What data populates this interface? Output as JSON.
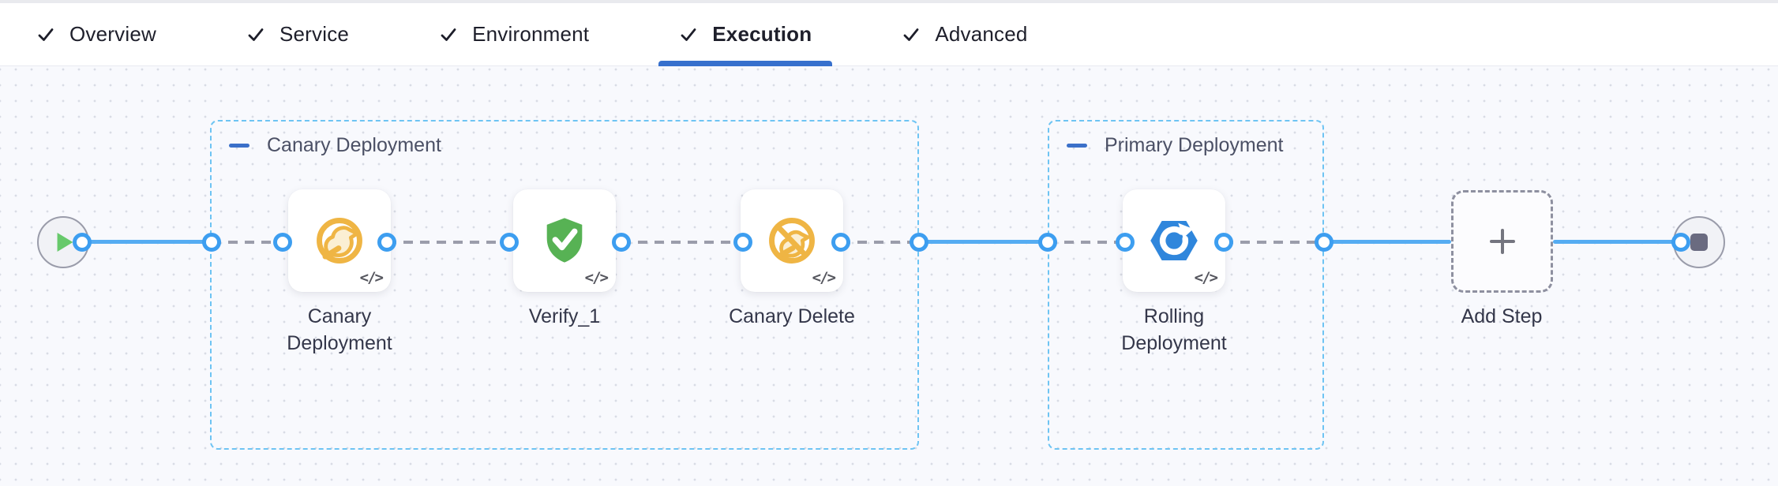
{
  "header": {
    "tabs": [
      {
        "label": "Overview",
        "status": "completed",
        "active": false
      },
      {
        "label": "Service",
        "status": "completed",
        "active": false
      },
      {
        "label": "Environment",
        "status": "completed",
        "active": false
      },
      {
        "label": "Execution",
        "status": "completed",
        "active": true
      },
      {
        "label": "Advanced",
        "status": "completed",
        "active": false
      }
    ]
  },
  "pipeline": {
    "groups": [
      {
        "label": "Canary Deployment"
      },
      {
        "label": "Primary Deployment"
      }
    ],
    "steps": [
      {
        "label": "Canary Deployment",
        "icon": "canary-deployment-icon",
        "badge": "</>"
      },
      {
        "label": "Verify_1",
        "icon": "verify-shield-icon",
        "badge": "</>"
      },
      {
        "label": "Canary Delete",
        "icon": "canary-delete-icon",
        "badge": "</>"
      },
      {
        "label": "Rolling Deployment",
        "icon": "rolling-deployment-icon",
        "badge": "</>"
      }
    ],
    "add_step": {
      "label": "Add Step"
    },
    "start_node": "start",
    "end_node": "stop"
  },
  "colors": {
    "active_tab_underline": "#3770cd",
    "connector_solid_blue": "#55acf2",
    "connector_dashed_gray": "#9b9dab",
    "port_ring_blue": "#3d9ef0",
    "group_border_blue": "#6ec4f3",
    "collapse_minus_blue": "#3b70c9",
    "canary_orange": "#efb544",
    "verify_green": "#57b254",
    "rolling_blue": "#2f86dc",
    "play_green": "#67c96b",
    "stop_slate": "#6a6b80"
  }
}
